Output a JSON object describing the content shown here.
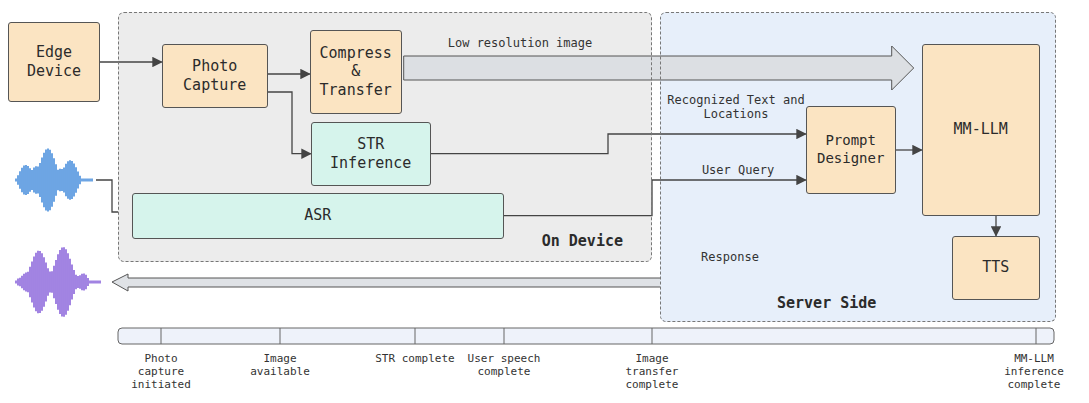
{
  "diagram": {
    "nodes": [
      {
        "text": [
          "Edge Device"
        ]
      },
      {
        "text": [
          "On Device"
        ]
      },
      {
        "text": [
          "Photo Capture"
        ],
        "in": 1
      },
      {
        "text": [
          "Compress & Transfer"
        ],
        "in": 1
      },
      {
        "text": [
          "STR Inference"
        ],
        "in": 1
      },
      {
        "text": [
          "ASR"
        ],
        "in": 1
      },
      {
        "text": [
          "Server Side"
        ]
      },
      {
        "text": [
          "Prompt Designer"
        ],
        "in": 6
      },
      {
        "text": [
          "MM-LLM"
        ],
        "in": 6
      },
      {
        "text": [
          "TTS"
        ],
        "in": 6
      }
    ],
    "edges": [
      {
        "from": 0,
        "to": 2,
        "arrow": "to"
      },
      {
        "from": 2,
        "to": 3,
        "arrow": "to"
      },
      {
        "from": 2,
        "to": 4,
        "arrow": "to"
      },
      {
        "from": 3,
        "to": 8,
        "arrow": "to",
        "label": "Low resolution image"
      },
      {
        "from": 4,
        "to": 7,
        "arrow": "to",
        "label": "Recognized Text and Locations"
      },
      {
        "from": 5,
        "to": 7,
        "arrow": "to",
        "label": "User Query"
      },
      {
        "from": 7,
        "to": 8,
        "arrow": "to"
      },
      {
        "from": 8,
        "to": 9,
        "arrow": "to"
      }
    ],
    "labels": [
      "Response",
      "Photo capture initiated",
      "Image available",
      "STR complete",
      "User speech complete",
      "Image transfer complete",
      "MM-LLM inference complete"
    ]
  }
}
